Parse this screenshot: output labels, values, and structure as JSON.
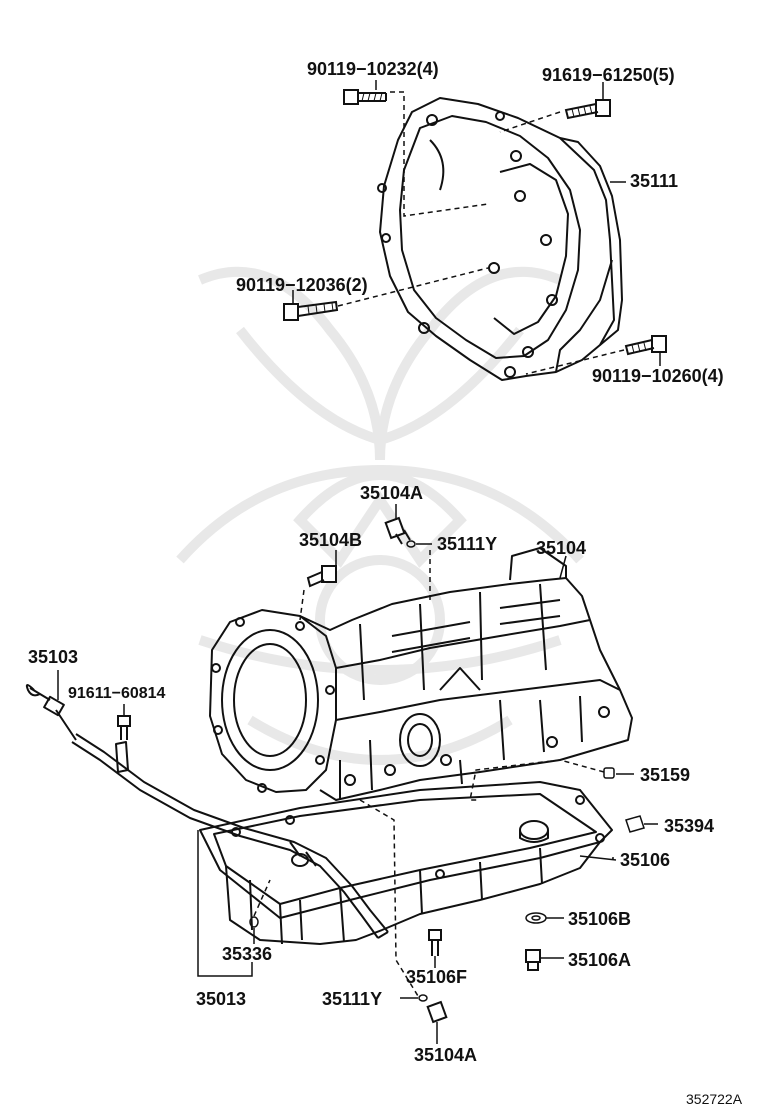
{
  "labels": {
    "p90119_10232": "90119−10232(4)",
    "p91619_61250": "91619−61250(5)",
    "p35111": "35111",
    "p90119_12036": "90119−12036(2)",
    "p90119_10260": "90119−10260(4)",
    "p35104A_top": "35104A",
    "p35104B": "35104B",
    "p35111Y_top": "35111Y",
    "p35104": "35104",
    "p35103": "35103",
    "p91611_60814": "91611−60814",
    "p35159": "35159",
    "p35394": "35394",
    "p35106": "35106",
    "p35106B": "35106B",
    "p35106A": "35106A",
    "p35336": "35336",
    "p35106F": "35106F",
    "p35013": "35013",
    "p35111Y_bot": "35111Y",
    "p35104A_bot": "35104A"
  },
  "figure_ref": "352722A",
  "colors": {
    "line": "#111111",
    "watermark": "#e6e6e6"
  }
}
